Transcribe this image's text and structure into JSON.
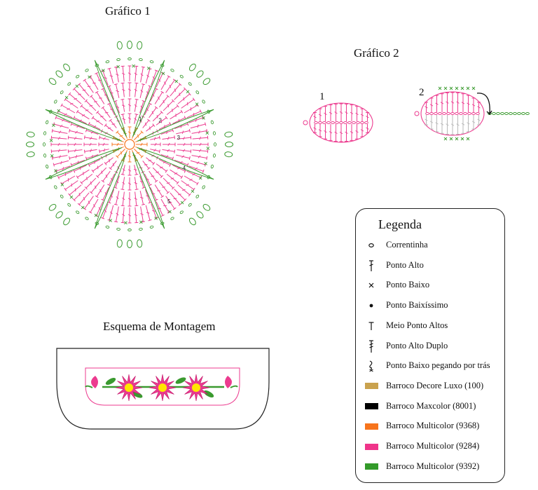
{
  "titles": {
    "chart1": "Gráfico 1",
    "chart2": "Gráfico 2",
    "assembly": "Esquema de Montagem"
  },
  "chart2_parts": {
    "part1": "1",
    "part2": "2"
  },
  "chart1_row_numbers": [
    "1",
    "2",
    "3",
    "4",
    "5"
  ],
  "legend": {
    "title": "Legenda",
    "items": [
      {
        "label": "Correntinha",
        "symbol": "chain-icon"
      },
      {
        "label": "Ponto Alto",
        "symbol": "double-crochet-icon"
      },
      {
        "label": "Ponto Baixo",
        "symbol": "single-crochet-icon"
      },
      {
        "label": "Ponto Baixíssimo",
        "symbol": "slip-stitch-icon"
      },
      {
        "label": "Meio Ponto Altos",
        "symbol": "half-double-crochet-icon"
      },
      {
        "label": "Ponto Alto Duplo",
        "symbol": "treble-crochet-icon"
      },
      {
        "label": "Ponto Baixo pegando por trás",
        "symbol": "back-post-single-icon"
      },
      {
        "label": "Barroco Decore Luxo (100)",
        "symbol": "swatch",
        "color": "#c9a24e"
      },
      {
        "label": "Barroco Maxcolor (8001)",
        "symbol": "swatch",
        "color": "#000000"
      },
      {
        "label": "Barroco Multicolor (9368)",
        "symbol": "swatch",
        "color": "#f7741c"
      },
      {
        "label": "Barroco Multicolor (9284)",
        "symbol": "swatch",
        "color": "#f0348a"
      },
      {
        "label": "Barroco Multicolor (9392)",
        "symbol": "swatch",
        "color": "#339a2a"
      }
    ]
  },
  "colors": {
    "pink": "#ec3b8f",
    "green": "#3a9a2f",
    "orange": "#f7741c",
    "gray": "#b8b8b8",
    "yellow": "#ffe600",
    "outline": "#222222"
  }
}
